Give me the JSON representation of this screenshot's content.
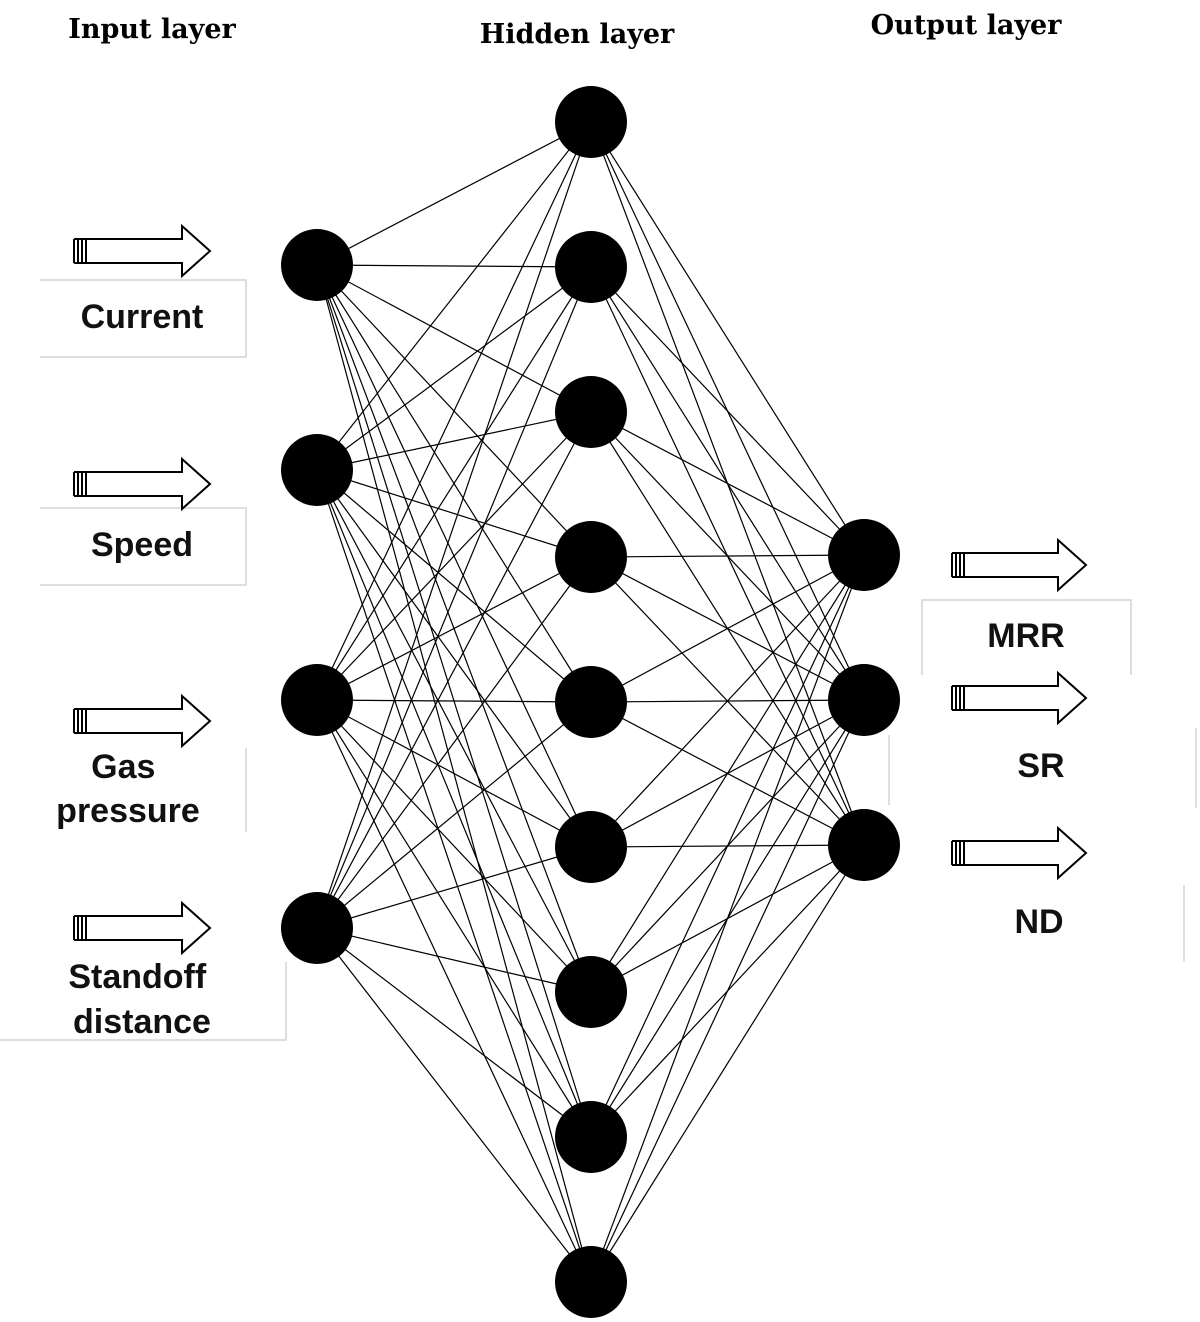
{
  "titles": {
    "input": "Input layer",
    "hidden": "Hidden layer",
    "output": "Output layer"
  },
  "network": {
    "input_nodes": 4,
    "hidden_nodes": 9,
    "output_nodes": 3,
    "connection": "fully-connected"
  },
  "inputs": [
    {
      "lines": [
        "Current"
      ]
    },
    {
      "lines": [
        "Speed"
      ]
    },
    {
      "lines": [
        "Gas",
        "pressure"
      ]
    },
    {
      "lines": [
        "Standoff",
        "distance"
      ]
    }
  ],
  "outputs": [
    {
      "lines": [
        "MRR"
      ]
    },
    {
      "lines": [
        "SR"
      ]
    },
    {
      "lines": [
        "ND"
      ]
    }
  ],
  "colors": {
    "node": "#000000",
    "edge": "#000000",
    "arrow_fill": "#ffffff",
    "label_box": "#d4d4d4"
  }
}
